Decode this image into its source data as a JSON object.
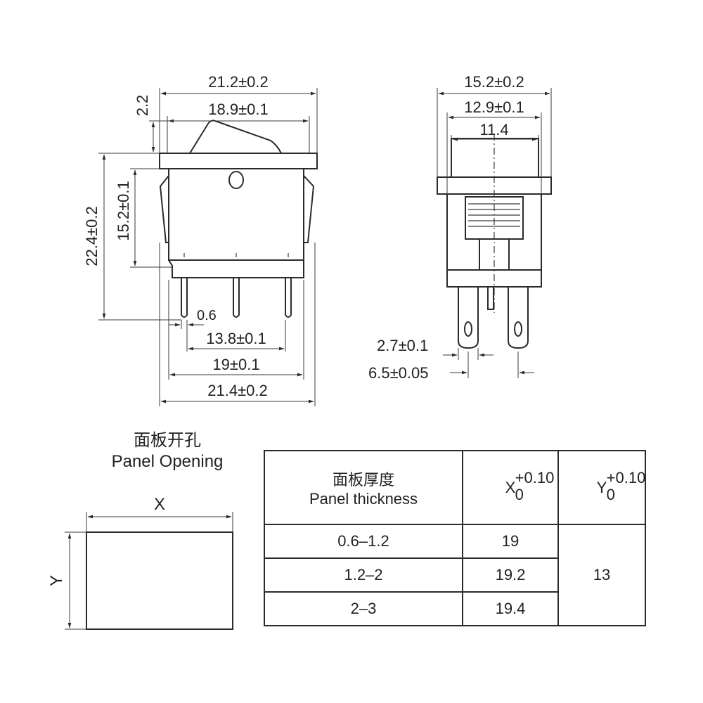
{
  "front_view": {
    "dim_total_width": "21.2±0.2",
    "dim_rocker_width": "18.9±0.1",
    "dim_rocker_height": "2.2",
    "dim_total_height": "22.4±0.2",
    "dim_body_height": "15.2±0.1",
    "dim_pin_thickness": "0.6",
    "dim_pin_span_outer": "13.8±0.1",
    "dim_body_bottom_width": "19±0.1",
    "dim_bottom_width": "21.4±0.2"
  },
  "side_view": {
    "dim_flange_width": "15.2±0.2",
    "dim_body_width": "12.9±0.1",
    "dim_inner_width": "11.4",
    "dim_pin_width": "2.7±0.1",
    "dim_pin_pitch": "6.5±0.05"
  },
  "panel_opening": {
    "title_cn": "面板开孔",
    "title_en": "Panel Opening",
    "x_label": "X",
    "y_label": "Y"
  },
  "table": {
    "header_cn": "面板厚度",
    "header_en": "Panel thickness",
    "x_header": "X",
    "x_tol_upper": "+0.10",
    "x_tol_lower": "0",
    "y_header": "Y",
    "y_tol_upper": "+0.10",
    "y_tol_lower": "0",
    "rows": [
      {
        "thickness": "0.6–1.2",
        "x": "19"
      },
      {
        "thickness": "1.2–2",
        "x": "19.2"
      },
      {
        "thickness": "2–3",
        "x": "19.4"
      }
    ],
    "y_value": "13"
  }
}
